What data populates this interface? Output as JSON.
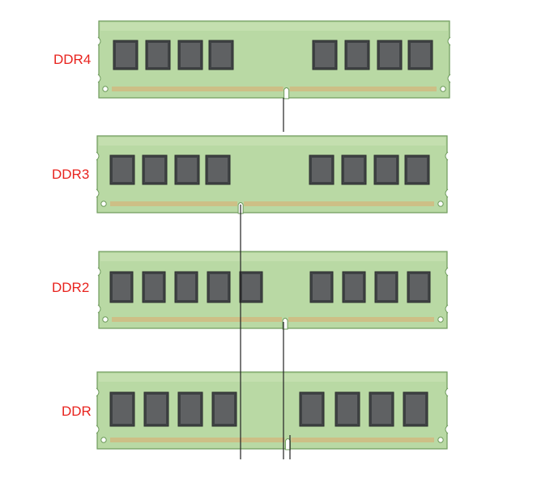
{
  "modules": [
    {
      "label": "DDR4",
      "left_chips": 4,
      "right_chips": 4,
      "notch": 0.535
    },
    {
      "label": "DDR3",
      "left_chips": 4,
      "right_chips": 4,
      "notch": 0.41
    },
    {
      "label": "DDR2",
      "left_chips": 5,
      "right_chips": 4,
      "notch": 0.535
    },
    {
      "label": "DDR",
      "left_chips": 4,
      "right_chips": 4,
      "notch": 0.545
    }
  ],
  "colors": {
    "pcb": "#b9d9a4",
    "pcb_edge": "#6e9a5c",
    "chip": "#5f6163",
    "chip_border": "#8aa07a",
    "contacts": "#cdbf86",
    "label": "#e8231e",
    "guide": "#222222"
  }
}
